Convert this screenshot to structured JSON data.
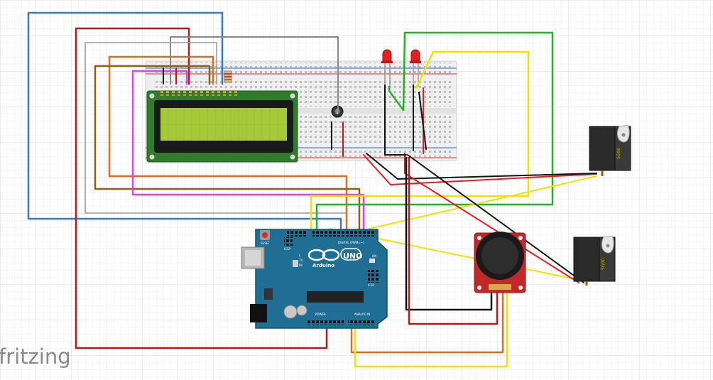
{
  "app": {
    "watermark": "fritzing"
  },
  "arduino": {
    "logo_text": "UNO",
    "brand": "Arduino",
    "reset_label": "RESET",
    "digital_label": "DIGITAL (PWM=~)",
    "analog_label": "ANALOG IN",
    "power_label": "POWER",
    "icsp_label": "ICSP",
    "icsp2_label": "ICSP",
    "on_label": "ON",
    "tx_label": "TX",
    "rx_label": "RX",
    "l_label": "L"
  },
  "servo_top": {
    "label": "SG90"
  },
  "servo_bottom": {
    "label": "SG90"
  },
  "colors": {
    "grid": "#e4e9f0",
    "breadboard": "#eeeeee",
    "lcd_pcb": "#2f7d2c",
    "lcd_screen": "#a6c93a",
    "arduino_board": "#1f6e94",
    "joystick_board": "#c0282a",
    "servo_body": "#2a2a2a",
    "wire_blue": "#3c78c8",
    "wire_red": "#b11c1c",
    "wire_gray": "#888888",
    "wire_orange": "#d9701e",
    "wire_brown": "#8d6012",
    "wire_magenta": "#e640e6",
    "wire_green": "#22b422",
    "wire_yellow": "#f2e200",
    "wire_black": "#111111"
  }
}
